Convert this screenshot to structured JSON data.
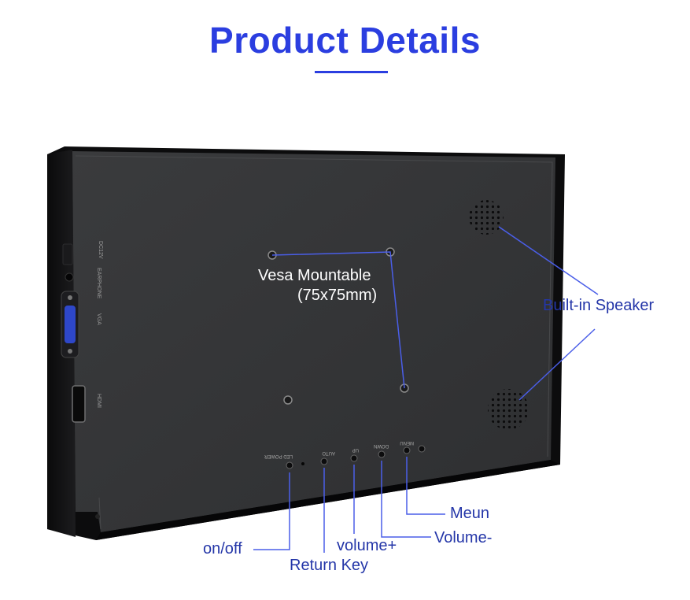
{
  "header": {
    "title": "Product Details"
  },
  "panel_labels": {
    "vesa_line1": "Vesa Mountable",
    "vesa_line2": "(75x75mm)",
    "side_ports": [
      "DC12V",
      "EARPHONE",
      "VGA",
      "HDMI"
    ],
    "buttons": [
      "LED POWER",
      "AUTO",
      "UP",
      "DOWN",
      "MENU"
    ]
  },
  "callouts": {
    "speaker": "Built-in Speaker",
    "menu": "Meun",
    "volume_down": "Volume-",
    "volume_up": "volume+",
    "power": "on/off",
    "return": "Return Key"
  },
  "colors": {
    "accent": "#2b3ee0",
    "label_blue": "#2436a8",
    "panel": "#353638",
    "panel_dark": "#0e0e10",
    "vesa_line": "#4a5ee8"
  },
  "icons": [
    "speaker-grille-icon",
    "vga-port-icon",
    "hdmi-port-icon",
    "dc-jack-icon",
    "earphone-jack-icon"
  ]
}
